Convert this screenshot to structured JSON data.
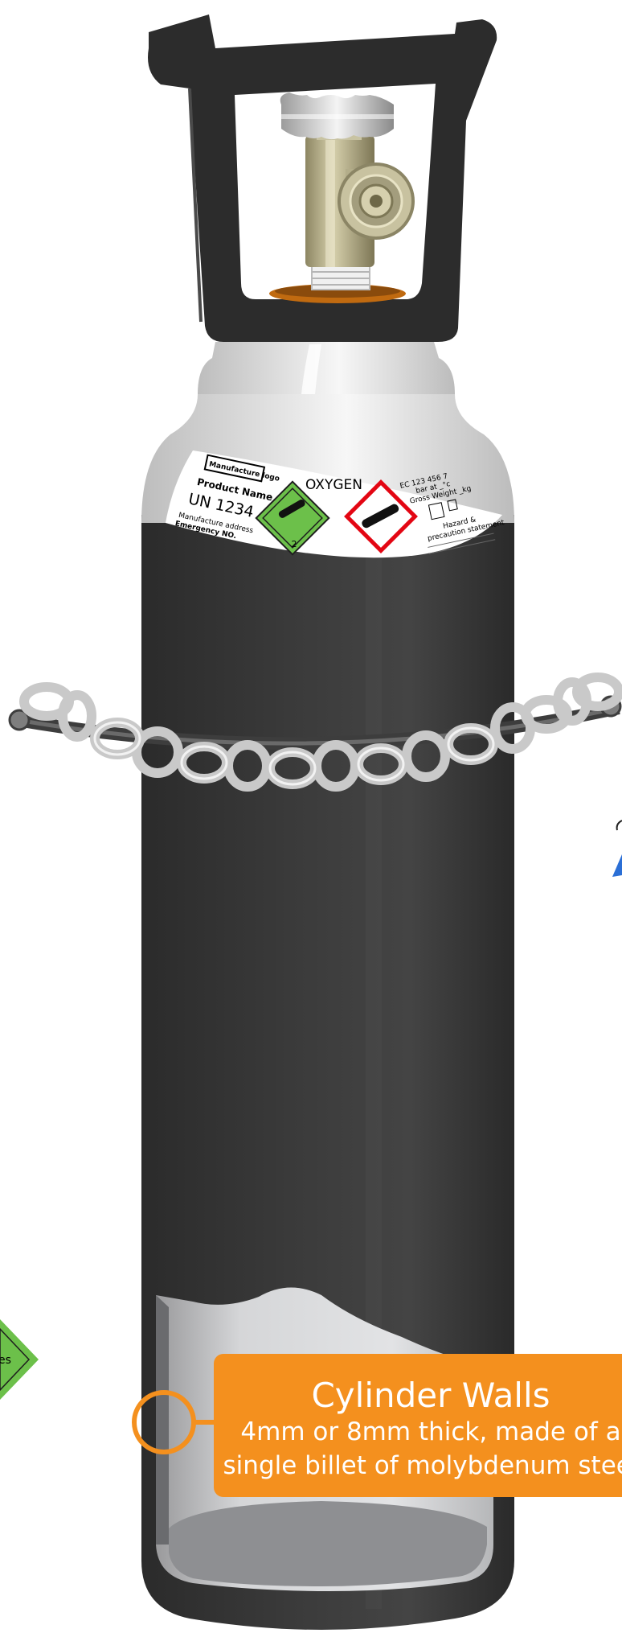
{
  "label": {
    "logo": "Manufacture logo",
    "product_name": "Product Name",
    "un_number": "UN 1234",
    "gas_name": "OXYGEN",
    "address": "Manufacture address",
    "emergency": "Emergency NO.",
    "ec_number": "EC 123 456 7",
    "bar_at": "bar at _°c",
    "gross_weight": "Gross Weight _kg",
    "hazard_1": "Hazard &",
    "hazard_2": "precaution statement",
    "diamond_class": "2"
  },
  "callout": {
    "title": "Cylinder Walls",
    "line1": "4mm or 8mm thick, made of a",
    "line2": "single billet of molybdenum steel"
  },
  "edge_fragments": {
    "left_diamond_text": "es"
  },
  "colors": {
    "cylinder_body": "#3a3a3a",
    "shoulder": "#d8d8d8",
    "callout": "#f4901e",
    "gas_diamond": "#6cc04a",
    "ghs_border": "#e30613"
  }
}
